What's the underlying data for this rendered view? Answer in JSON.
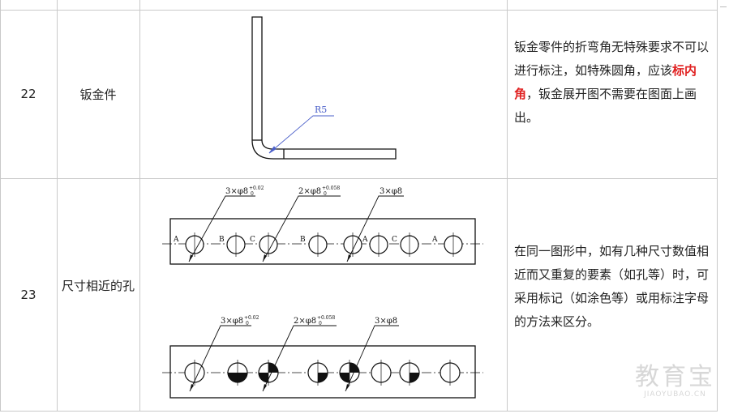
{
  "rows": [
    {
      "num": "22",
      "name": "钣金件",
      "desc_parts": [
        "钣金零件的折弯角无特殊要求不可以进行标注，如特殊圆角，应该",
        "标内角",
        "，钣金展开图不需要在图面上画出。"
      ],
      "drawing": {
        "radius_label": "R5"
      }
    },
    {
      "num": "23",
      "name": "尺寸相近的孔",
      "desc": "在同一图形中，如有几种尺寸数值相近而又重复的要素（如孔等）时，可采用标记（如涂色等）或用标注字母的方法来区分。",
      "drawing": {
        "top_callouts": [
          "3×φ8",
          "+0.02",
          "0",
          "2×φ8",
          "+0.058",
          "0",
          "3×φ8"
        ],
        "bottom_callouts": [
          "3×φ8",
          "+0.02",
          "0",
          "2×φ8",
          "+0.058",
          "0",
          "3×φ8"
        ],
        "letters": [
          "A",
          "B",
          "C",
          "B",
          "A",
          "C",
          "A"
        ]
      }
    }
  ],
  "watermark": {
    "logo": "教育宝",
    "url": "JIAOYUBAO.CN"
  }
}
